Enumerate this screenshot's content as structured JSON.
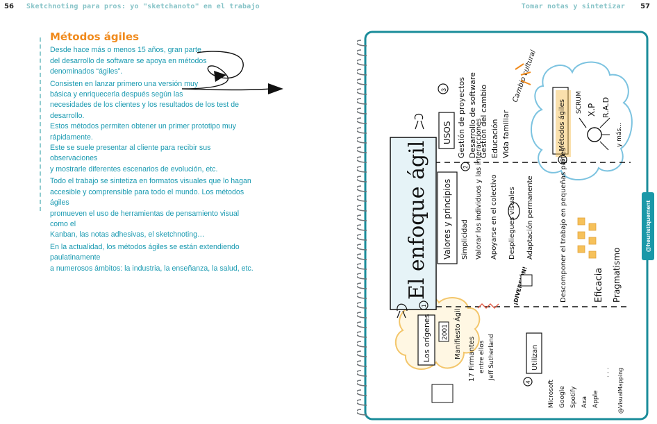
{
  "header": {
    "left_page_number": "56",
    "left_running_title": "Sketchnoting para pros: yo \"sketchanoto\" en el trabajo",
    "right_running_title": "Tomar notas y sintetizar",
    "right_page_number": "57"
  },
  "section": {
    "title": "Métodos ágiles",
    "paragraphs": [
      [
        "Desde hace más o menos 15 años, gran parte",
        "del desarrollo de software se apoya en métodos",
        "denominados “ágiles”."
      ],
      [
        "Consisten en lanzar primero una versión muy",
        "básica y enriquecerla después según las",
        "necesidades de los clientes y los resultados de los test de desarrollo.",
        "Estos métodos permiten obtener un primer prototipo muy rápidamente.",
        "Este se suele presentar al cliente para recibir sus observaciones",
        "y mostrarle diferentes escenarios de evolución, etc."
      ],
      [
        "Todo el trabajo se sintetiza en formatos visuales que lo hagan",
        "accesible y comprensible para todo el mundo. Los métodos ágiles",
        "promueven el uso de herramientas de pensamiento visual como el",
        "Kanban, las notas adhesivas, el sketchnoting…"
      ],
      [
        "En la actualidad, los métodos ágiles se están extendiendo paulatinamente",
        "a numerosos ámbitos: la industria, la enseñanza, la salud, etc."
      ]
    ]
  },
  "side_tab": "@heuristiquement",
  "sketch": {
    "title": "El enfoque ágil",
    "usos": {
      "heading": "USOS",
      "num": "3",
      "items": [
        "Gestión de proyectos",
        "Desarrollo de software",
        "Gestión del cambio",
        "Educación",
        "Vida familiar"
      ]
    },
    "cambio": "Cambio cultural",
    "metodos": {
      "heading": "Métodos ágiles",
      "num": "5",
      "items": [
        "SCRUM",
        "X.P",
        "R.A.D",
        "y más..."
      ]
    },
    "valores": {
      "heading": "Valores y principios",
      "num": "2",
      "items": [
        "Simplicidad",
        "Valorar los individuos y las interacciones",
        "Apoyarse en el colectivo",
        "Despliegues visuales",
        "Adaptación permanente",
        "Descomponer el trabajo en pequeñas partes",
        "Eficacia",
        "Pragmatismo"
      ],
      "diversion": "¡DIVERSIÓN!"
    },
    "origenes": {
      "heading": "Los orígenes",
      "num": "1",
      "year": "2001",
      "manifiesto": "Manifiesto Ágil",
      "firmantes": "17 Firmantes",
      "entre_ellos": "entre ellos",
      "persona": "Jeff Sutherland"
    },
    "utilizan": {
      "heading": "Utilizan",
      "num": "4",
      "items": [
        "Microsoft",
        "Google",
        "Spotify",
        "Axa",
        "Apple"
      ],
      "more": ". . ."
    },
    "credit": "@VisualMapping"
  },
  "colors": {
    "accent_teal": "#1a9ab1",
    "title_orange": "#f08a1c",
    "tab_teal": "#1a98a8",
    "highlight_yellow": "#f6c15a",
    "cloud_blue": "#9fd3e6"
  }
}
